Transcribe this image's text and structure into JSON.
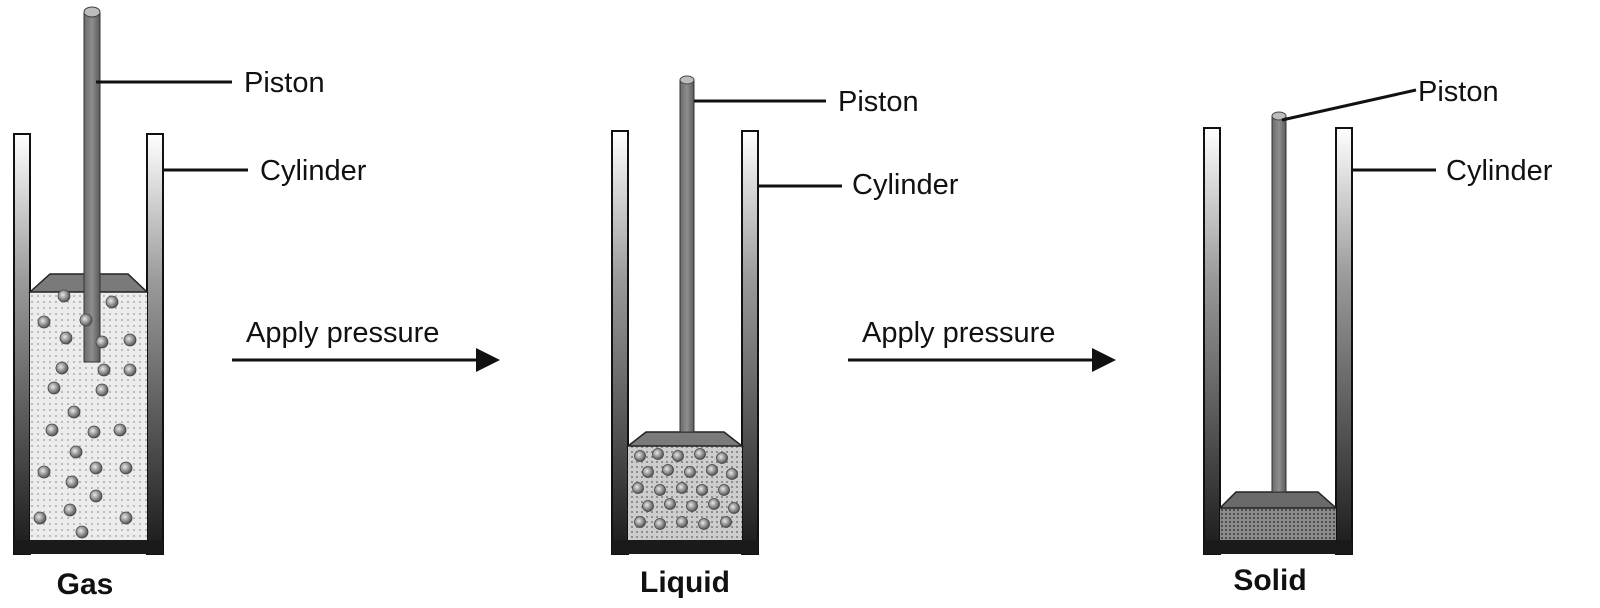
{
  "diagram": {
    "stages": [
      {
        "state": "Gas",
        "piston_label": "Piston",
        "cylinder_label": "Cylinder"
      },
      {
        "state": "Liquid",
        "piston_label": "Piston",
        "cylinder_label": "Cylinder"
      },
      {
        "state": "Solid",
        "piston_label": "Piston",
        "cylinder_label": "Cylinder"
      }
    ],
    "transitions": [
      {
        "label": "Apply pressure"
      },
      {
        "label": "Apply pressure"
      }
    ],
    "colors": {
      "ink": "#111111",
      "gas_fill": "#ebebeb",
      "liquid_fill": "#cfcfcf",
      "solid_fill": "#8a8a8a",
      "wall_dark": "#1a1a1a",
      "wall_light": "#ffffff"
    }
  }
}
